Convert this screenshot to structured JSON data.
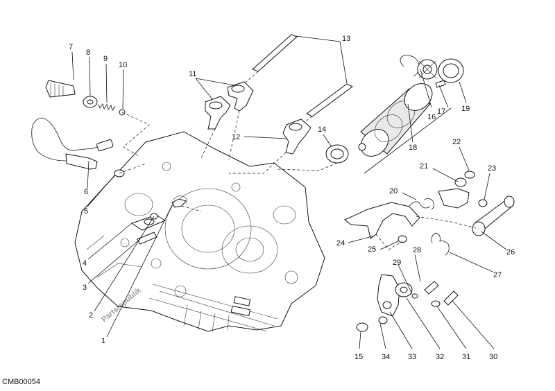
{
  "diagram": {
    "drawing_code": "CMB00054",
    "watermark": "Partsrepublik",
    "callouts": [
      "1",
      "2",
      "3",
      "4",
      "5",
      "6",
      "7",
      "8",
      "9",
      "10",
      "11",
      "12",
      "13",
      "14",
      "15",
      "16",
      "17",
      "18",
      "19",
      "20",
      "21",
      "22",
      "23",
      "24",
      "25",
      "26",
      "27",
      "28",
      "29",
      "30",
      "31",
      "32",
      "33",
      "34"
    ]
  },
  "icons": [
    "crankcase-half",
    "gear-selector-drum",
    "selector-forks",
    "fork-shafts",
    "gear-change-lever",
    "ratchet-plate",
    "neutral-sensor"
  ]
}
